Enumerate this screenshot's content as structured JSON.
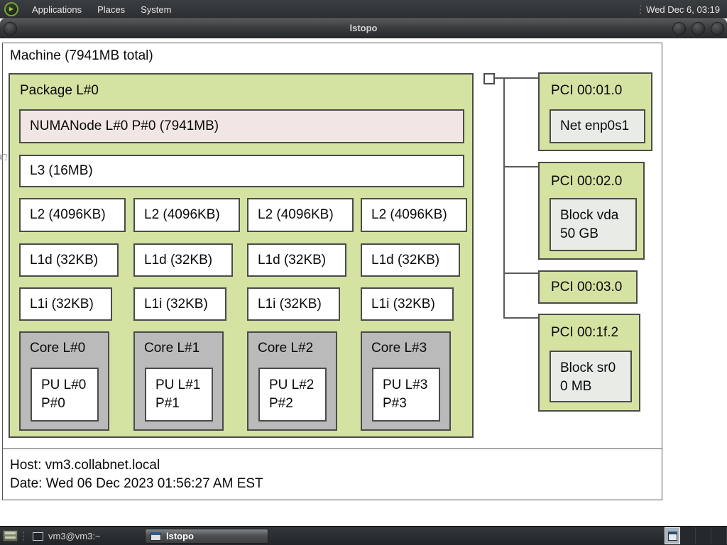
{
  "panel": {
    "menus": [
      "Applications",
      "Places",
      "System"
    ],
    "clock": "Wed Dec 6, 03:19"
  },
  "titlebar": {
    "title": "lstopo"
  },
  "machine": {
    "label": "Machine (7941MB total)",
    "package": {
      "label": "Package L#0",
      "numanode": "NUMANode L#0 P#0 (7941MB)",
      "l3": "L3 (16MB)",
      "l2": [
        "L2 (4096KB)",
        "L2 (4096KB)",
        "L2 (4096KB)",
        "L2 (4096KB)"
      ],
      "l1d": [
        "L1d (32KB)",
        "L1d (32KB)",
        "L1d (32KB)",
        "L1d (32KB)"
      ],
      "l1i": [
        "L1i (32KB)",
        "L1i (32KB)",
        "L1i (32KB)",
        "L1i (32KB)"
      ],
      "cores": [
        {
          "label": "Core L#0",
          "pu": [
            "PU L#0",
            "P#0"
          ]
        },
        {
          "label": "Core L#1",
          "pu": [
            "PU L#1",
            "P#1"
          ]
        },
        {
          "label": "Core L#2",
          "pu": [
            "PU L#2",
            "P#2"
          ]
        },
        {
          "label": "Core L#3",
          "pu": [
            "PU L#3",
            "P#3"
          ]
        }
      ]
    },
    "pci": [
      {
        "label": "PCI 00:01.0",
        "device": [
          "Net enp0s1"
        ]
      },
      {
        "label": "PCI 00:02.0",
        "device": [
          "Block vda",
          "50 GB"
        ]
      },
      {
        "label": "PCI 00:03.0",
        "device": []
      },
      {
        "label": "PCI 00:1f.2",
        "device": [
          "Block sr0",
          "0 MB"
        ]
      }
    ],
    "legend": {
      "host": "Host: vm3.collabnet.local",
      "date": "Date: Wed 06 Dec 2023 01:56:27 AM EST"
    }
  },
  "taskbar": {
    "tasks": [
      {
        "label": "vm3@vm3:~"
      },
      {
        "label": "lstopo"
      }
    ],
    "workspace_count": 4
  },
  "colors": {
    "package_green": "#d4e2a2",
    "numa_pink": "#f2e6e4",
    "core_gray": "#bababa",
    "device_fill": "#e9ece6",
    "box_border": "#4b4b4b",
    "panel_bg": "#31353 7"
  }
}
